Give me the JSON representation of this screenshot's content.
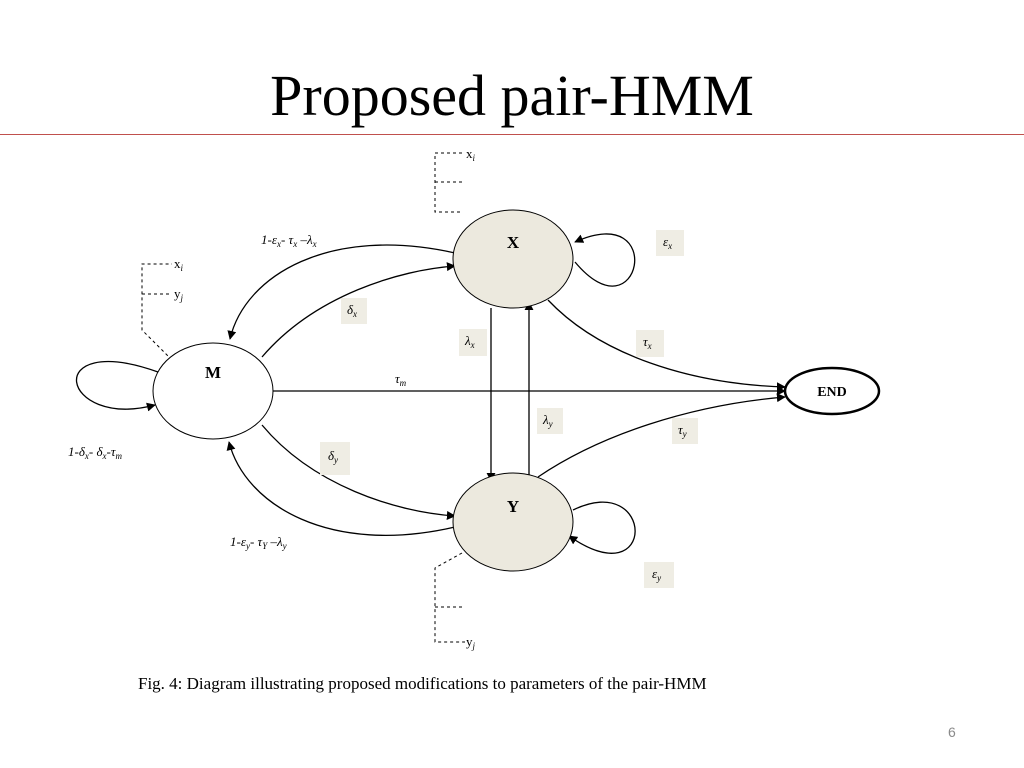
{
  "title": "Proposed pair-HMM",
  "caption": "Fig. 4: Diagram illustrating proposed modifications to parameters of the pair-HMM",
  "page_number": "6",
  "colors": {
    "rule": "#c0504d",
    "state_fill": "#ece9de",
    "label_box": "#efede4"
  },
  "states": {
    "M": "M",
    "X": "X",
    "Y": "Y",
    "END": "END"
  },
  "emissions": {
    "m_xi": "x",
    "m_xi_sub": "i",
    "m_yj": "y",
    "m_yj_sub": "j",
    "x_xi": "x",
    "x_xi_sub": "i",
    "y_yj": "y",
    "y_yj_sub": "j"
  },
  "labels": {
    "m_self_a": "1-δ",
    "m_self_a_sub": "x",
    "m_self_b": "- δ",
    "m_self_b_sub": "x",
    "m_self_c": "-τ",
    "m_self_c_sub": "m",
    "x_to_m_a": "1-ε",
    "x_to_m_a_sub": "x",
    "x_to_m_b": "- τ",
    "x_to_m_b_sub": "x",
    "x_to_m_c": " –λ",
    "x_to_m_c_sub": "x",
    "y_to_m_a": "1-ε",
    "y_to_m_a_sub": "y",
    "y_to_m_b": "- τ",
    "y_to_m_b_sub": "Y",
    "y_to_m_c": " –λ",
    "y_to_m_c_sub": "y",
    "delta_x": "δ",
    "delta_x_sub": "x",
    "delta_y": "δ",
    "delta_y_sub": "y",
    "tau_m": "τ",
    "tau_m_sub": "m",
    "lambda_x": "λ",
    "lambda_x_sub": "x",
    "lambda_y": "λ",
    "lambda_y_sub": "y",
    "tau_x": "τ",
    "tau_x_sub": "x",
    "tau_y": "τ",
    "tau_y_sub": "y",
    "eps_x": "ε",
    "eps_x_sub": "x",
    "eps_y": "ε",
    "eps_y_sub": "y"
  }
}
